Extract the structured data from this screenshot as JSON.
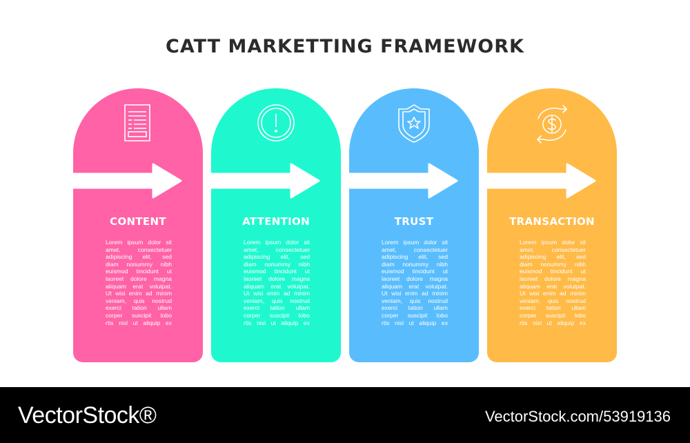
{
  "title": "CATT MARKETTING FRAMEWORK",
  "cards": [
    {
      "label": "CONTENT",
      "color": "#ff62a6",
      "icon": "document-icon",
      "lines": [
        "Lorem ipsum dolor sit",
        "amet, consectetuer",
        "adipiscing elit, sed",
        "diam nonummy nibh",
        "euismod tincidunt ut",
        "laoreet dolore magna",
        "aliquam erat volutpat.",
        "Ut wisi enim ad minim",
        "veniam, quis nostrud",
        "exerci tation ullam",
        "corper suscipit lobo",
        "rtis nisl ut aliquip ex"
      ]
    },
    {
      "label": "ATTENTION",
      "color": "#1ff8cf",
      "icon": "exclamation-circle-icon",
      "lines": [
        "Lorem ipsum dolor sit",
        "amet, consectetuer",
        "adipiscing elit, sed",
        "diam nonummy nibh",
        "euismod tincidunt ut",
        "laoreet dolore magna",
        "aliquam erat volutpat.",
        "Ut wisi enim ad minim",
        "veniam, quis nostrud",
        "exerci tation ullam",
        "corper suscipit lobo",
        "rtis nisl ut aliquip ex"
      ]
    },
    {
      "label": "TRUST",
      "color": "#59bdfd",
      "icon": "shield-star-icon",
      "lines": [
        "Lorem ipsum dolor sit",
        "amet, consectetuer",
        "adipiscing elit, sed",
        "diam nonummy nibh",
        "euismod tincidunt ut",
        "laoreet dolore magna",
        "aliquam erat volutpat.",
        "Ut wisi enim ad minim",
        "veniam, quis nostrud",
        "exerci tation ullam",
        "corper suscipit lobo",
        "rtis nisl ut aliquip ex"
      ]
    },
    {
      "label": "TRANSACTION",
      "color": "#ffba47",
      "icon": "dollar-exchange-icon",
      "lines": [
        "Lorem ipsum dolor sit",
        "amet, consectetuer",
        "adipiscing elit, sed",
        "diam nonummy nibh",
        "euismod tincidunt ut",
        "laoreet dolore magna",
        "aliquam erat volutpat.",
        "Ut wisi enim ad minim",
        "veniam, quis nostrud",
        "exerci tation ullam",
        "corper suscipit lobo",
        "rtis nisl ut aliquip ex"
      ]
    }
  ],
  "footer": {
    "brand": "VectorStock®",
    "id": "VectorStock.com/53919136"
  }
}
